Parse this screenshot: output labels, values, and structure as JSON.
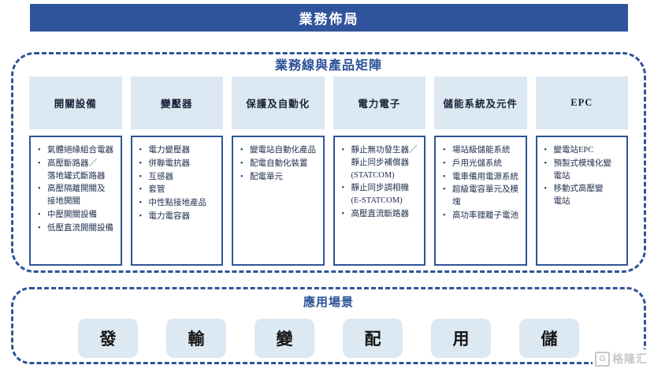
{
  "title": "業務佈局",
  "matrix": {
    "title": "業務線與產品矩陣",
    "columns": [
      {
        "header": "開關設備",
        "items": [
          "氣體絕緣組合電器",
          "高壓斷路器／\n落地罐式斷路器",
          "高壓隔離開關及\n接地開關",
          "中壓開關設備",
          "低壓直流開關設備"
        ]
      },
      {
        "header": "變壓器",
        "items": [
          "電力變壓器",
          "併聯電抗器",
          "互感器",
          "套管",
          "中性點接地產品",
          "電力電容器"
        ]
      },
      {
        "header": "保護及自動化",
        "items": [
          "變電站自動化產品",
          "配電自動化裝置",
          "配電單元"
        ]
      },
      {
        "header": "電力電子",
        "items": [
          "靜止無功發生器／\n靜止同步補償器\n(STATCOM)",
          "靜止同步調相機\n(E-STATCOM)",
          "高壓直流斷路器"
        ]
      },
      {
        "header": "儲能系統及元件",
        "items": [
          "場站級儲能系統",
          "戶用光儲系統",
          "電車備用電源系統",
          "超級電容單元及模塊",
          "高功率鋰離子電池"
        ]
      },
      {
        "header": "EPC",
        "items": [
          "變電站EPC",
          "預製式模塊化變\n電站",
          "移動式高壓變\n電站"
        ]
      }
    ]
  },
  "scenarios": {
    "title": "應用場景",
    "items": [
      "發",
      "輸",
      "變",
      "配",
      "用",
      "儲"
    ]
  },
  "watermark": {
    "logo": "G",
    "text": "格隆汇"
  },
  "colors": {
    "primary_blue": "#30549B",
    "dashed_border_blue": "#2F5496",
    "light_blue": "#DCE8F2",
    "list_border_blue": "#2E5597"
  }
}
